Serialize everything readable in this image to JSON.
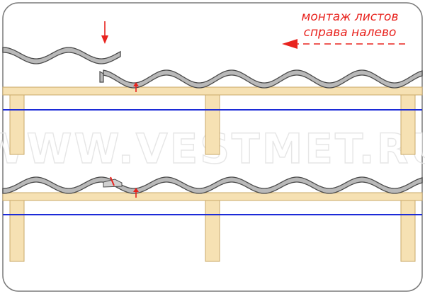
{
  "caption": {
    "line1": "монтаж листов",
    "line2": "справа налево"
  },
  "watermark": "WWW.VESTMET.RU",
  "colors": {
    "frame": "#7a7a7a",
    "sheet_fill": "#b9b9b9",
    "sheet_stroke": "#4a4a4a",
    "wood_fill": "#f6e1b3",
    "wood_stroke": "#c9a96a",
    "blue_line": "#1c2bd8",
    "accent_red": "#e8231e",
    "watermark": "#e6e6e6"
  },
  "icons": [
    "arrow-left-dashed-icon",
    "arrow-down-icon",
    "screw-icon"
  ]
}
